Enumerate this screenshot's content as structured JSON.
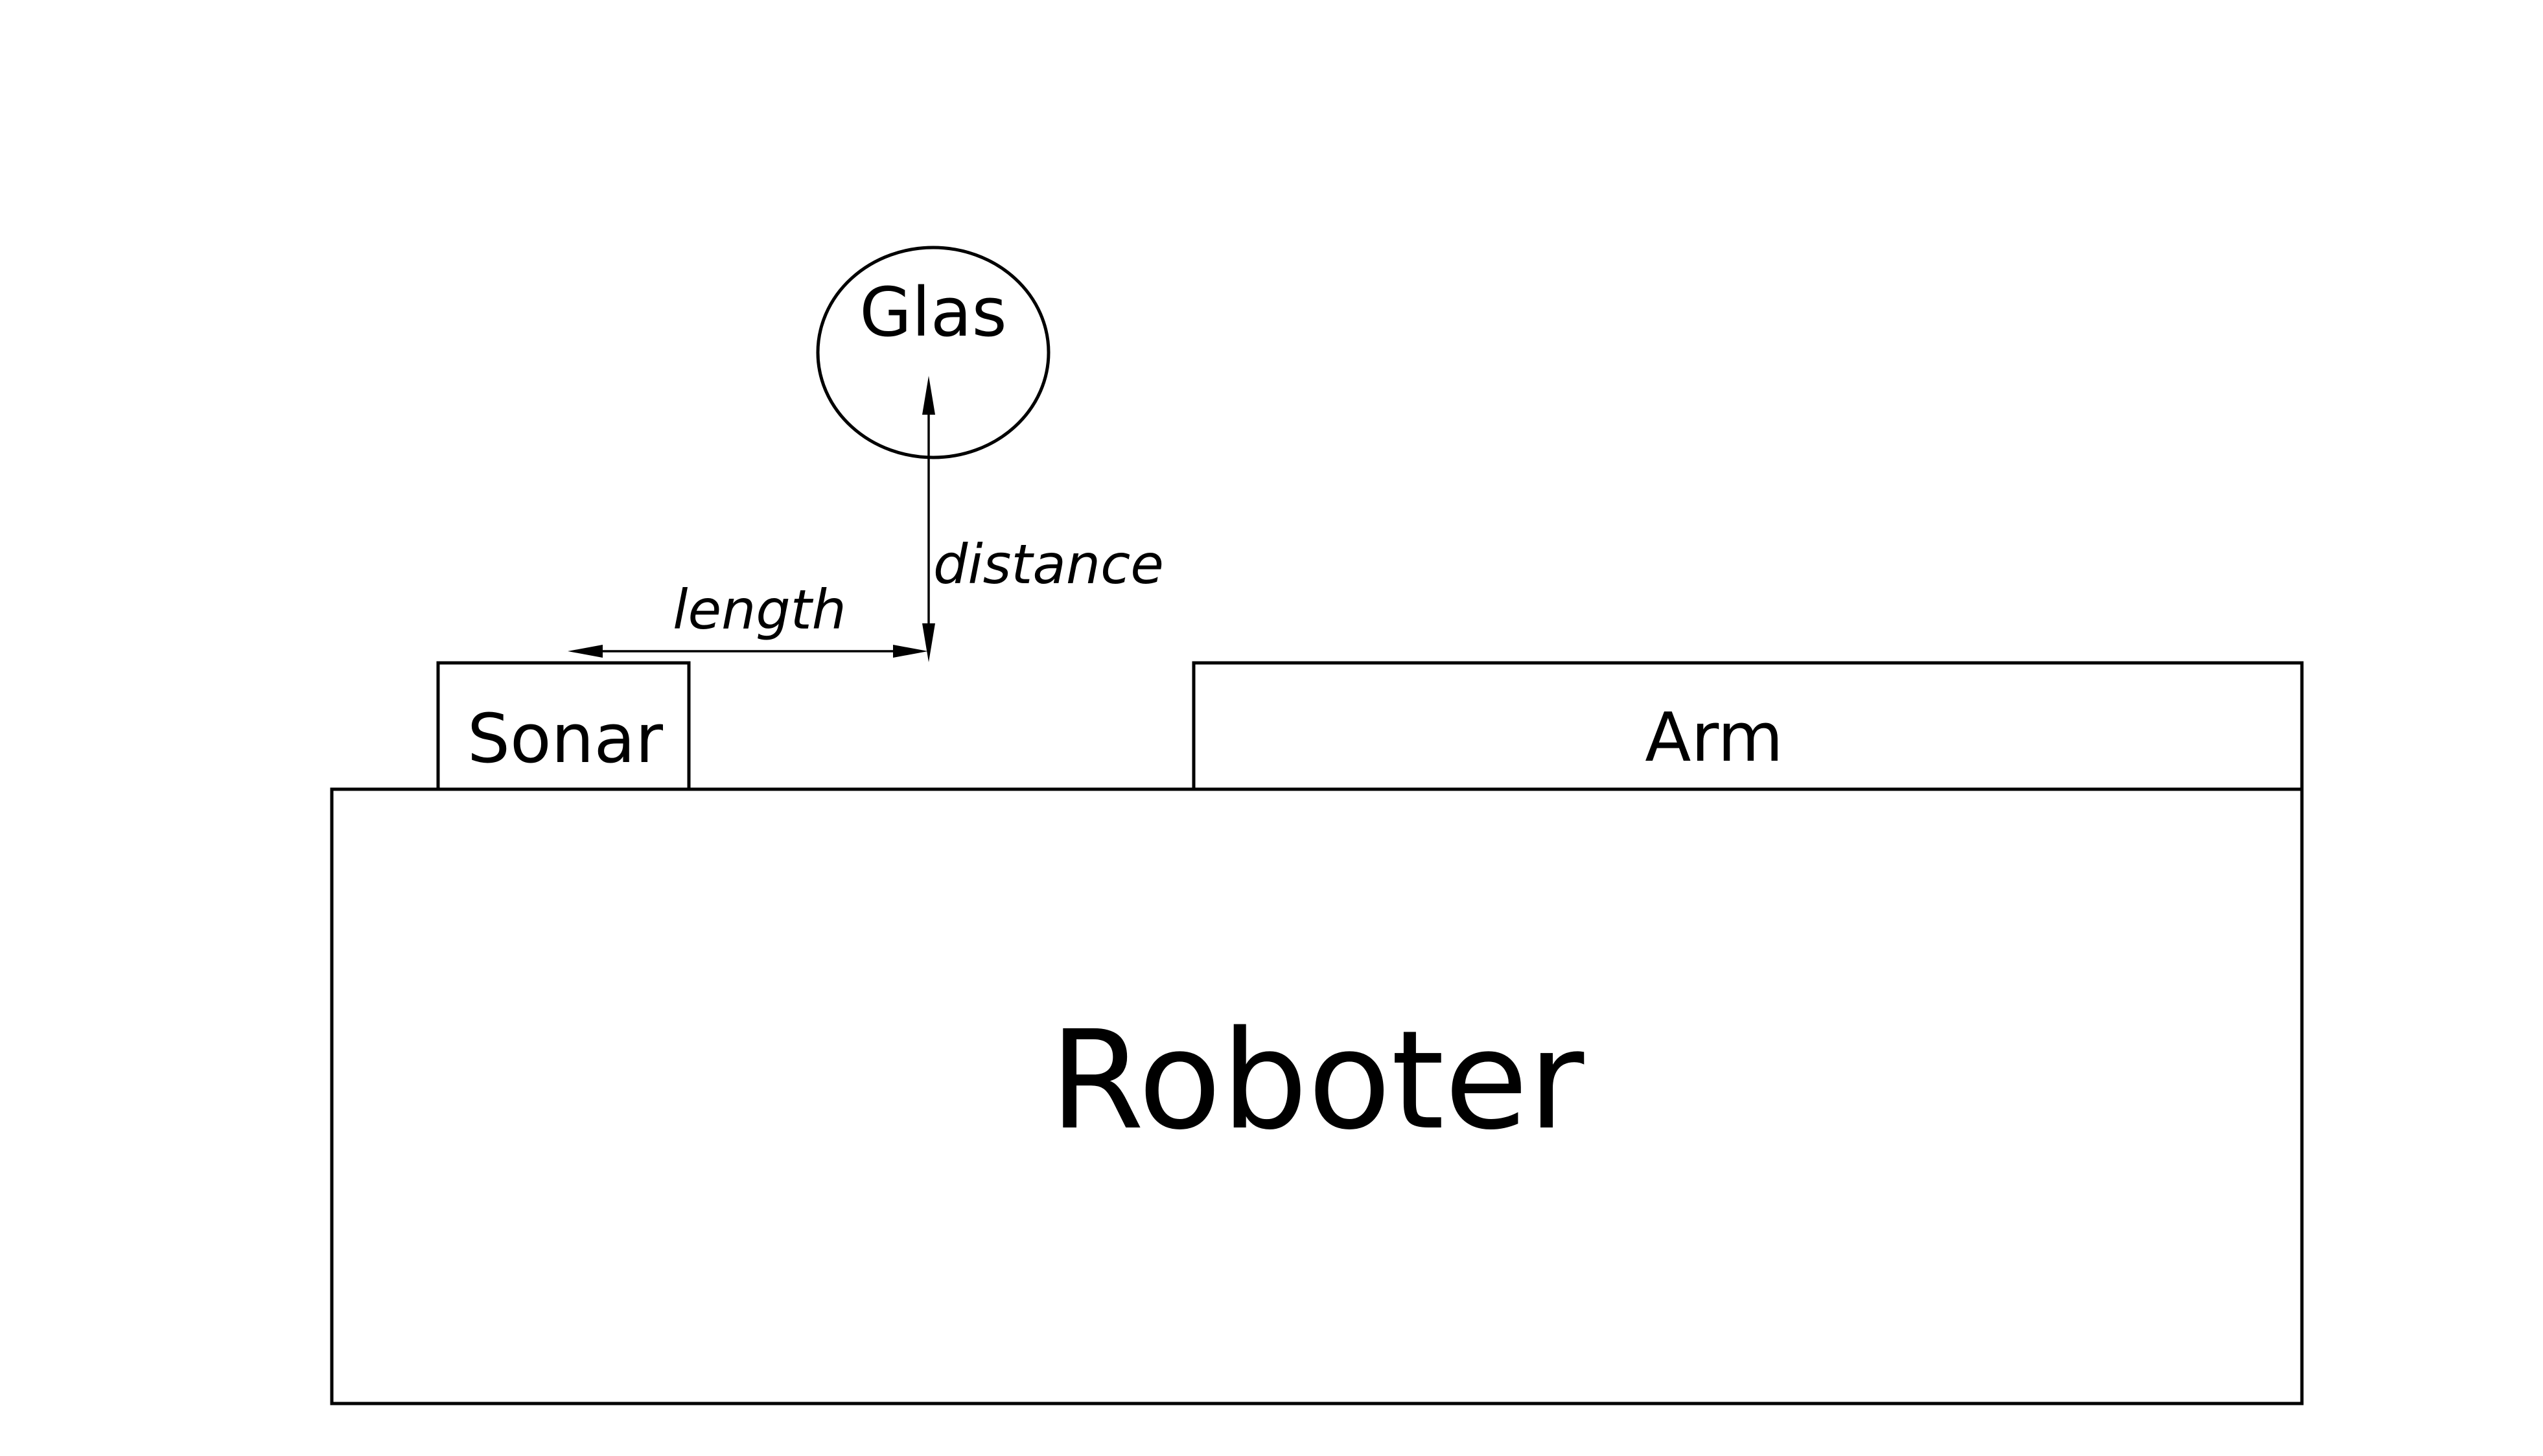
{
  "diagram": {
    "robot_label": "Roboter",
    "sonar_label": "Sonar",
    "arm_label": "Arm",
    "glass_label": "Glas",
    "length_label": "length",
    "distance_label": "distance"
  },
  "colors": {
    "stroke": "#000000",
    "background": "#ffffff"
  }
}
